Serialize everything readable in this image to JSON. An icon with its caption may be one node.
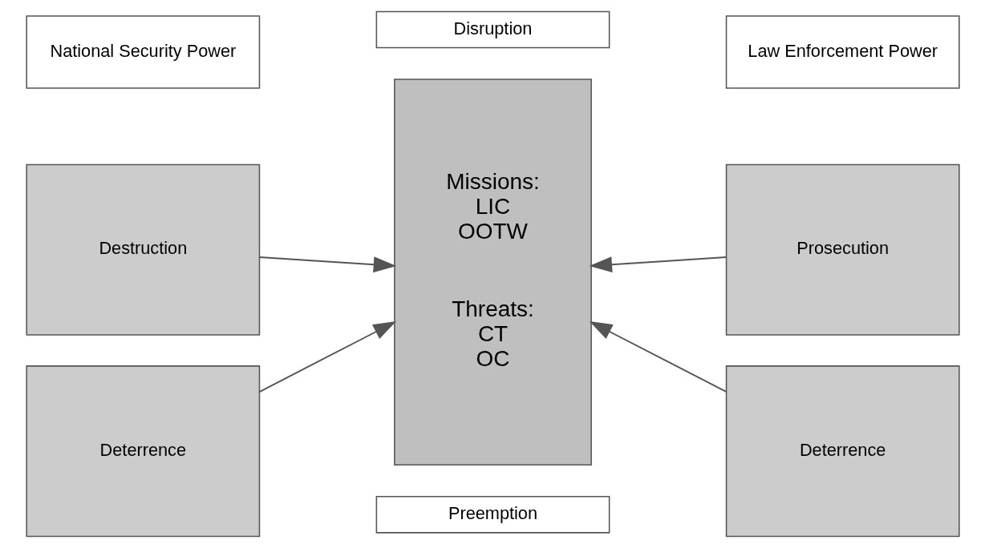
{
  "diagram": {
    "nodes": [
      {
        "text": [
          "National Security Power"
        ]
      },
      {
        "text": [
          "Disruption"
        ]
      },
      {
        "text": [
          "Law Enforcement Power"
        ]
      },
      {
        "text": [
          "Destruction"
        ]
      },
      {
        "text": [
          "Deterrence"
        ]
      },
      {
        "text": [
          "Missions: LIC OOTW",
          "Threats: CT OC"
        ]
      },
      {
        "text": [
          "Prosecution"
        ]
      },
      {
        "text": [
          "Deterrence"
        ]
      },
      {
        "text": [
          "Preemption"
        ]
      }
    ],
    "edges": [
      {
        "from": 3,
        "to": 5,
        "arrow": "to"
      },
      {
        "from": 4,
        "to": 5,
        "arrow": "to"
      },
      {
        "from": 6,
        "to": 5,
        "arrow": "to"
      },
      {
        "from": 7,
        "to": 5,
        "arrow": "to"
      }
    ]
  }
}
